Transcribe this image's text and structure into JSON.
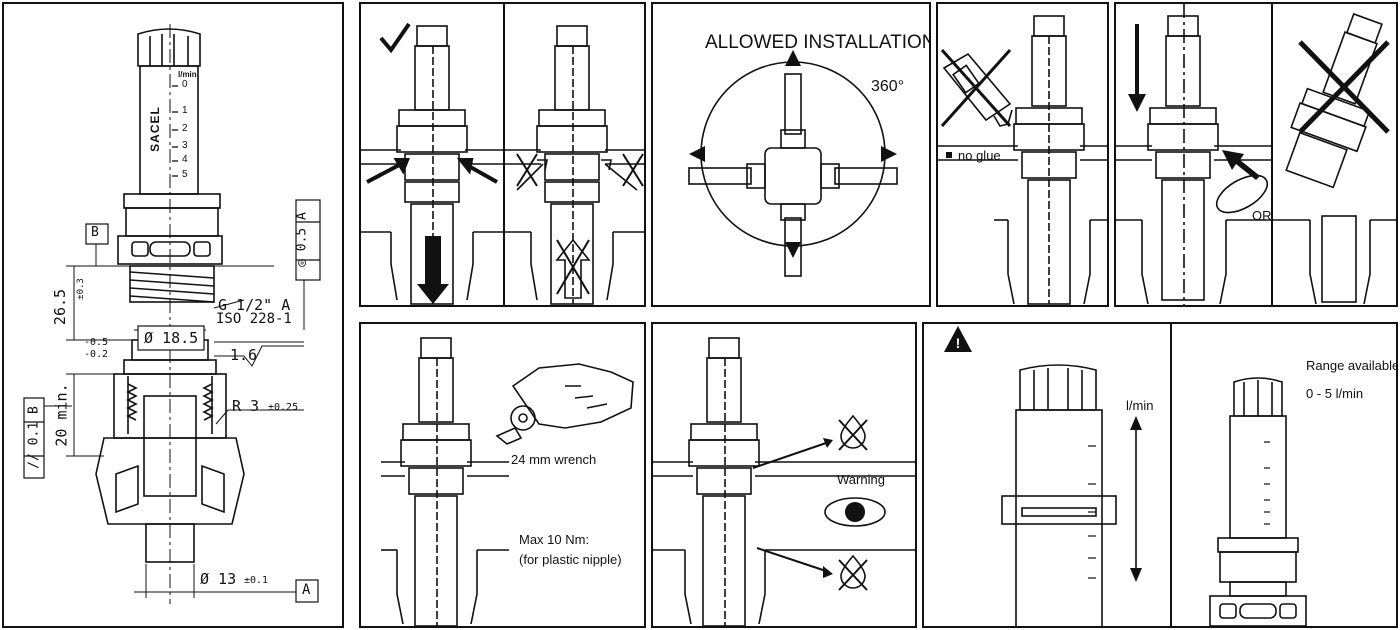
{
  "dimension_drawing": {
    "datum_b": "B",
    "datum_a": "A",
    "tolerance_concentricity": "◎ 0.5 A",
    "tolerance_parallel": "// 0.1 B",
    "thread_spec_line1": "G 1/2\" A",
    "thread_spec_line2": "ISO 228-1",
    "dim_26_5": "26.5",
    "dim_26_5_tol": "±0.3",
    "dim_18_5": "Ø 18.5",
    "tol_minus_05": "-0.5",
    "tol_minus_02": "-0.2",
    "surface_roughness": "1.6",
    "radius": "R 3",
    "radius_tol": "±0.25",
    "dim_20_min": "20 min.",
    "dim_13": "Ø 13",
    "dim_13_tol": "±0.1",
    "scale_unit": "l/min",
    "scale_marks": [
      "0",
      "1",
      "2",
      "3",
      "4",
      "5"
    ],
    "brand": "SACEL"
  },
  "panels": {
    "allowed_installation_title": "ALLOWED INSTALLATION",
    "rotation_label": "360°",
    "no_glue_label": "no glue",
    "or_label": "OR",
    "wrench_label": "24 mm wrench",
    "torque_line1": "Max 10 Nm:",
    "torque_line2": "(for plastic nipple)",
    "warning_label": "Warning",
    "flow_unit_label": "l/min",
    "range_title": "Range available:",
    "range_value": "0 - 5 l/min"
  },
  "colors": {
    "line": "#111111",
    "background": "#ffffff"
  }
}
